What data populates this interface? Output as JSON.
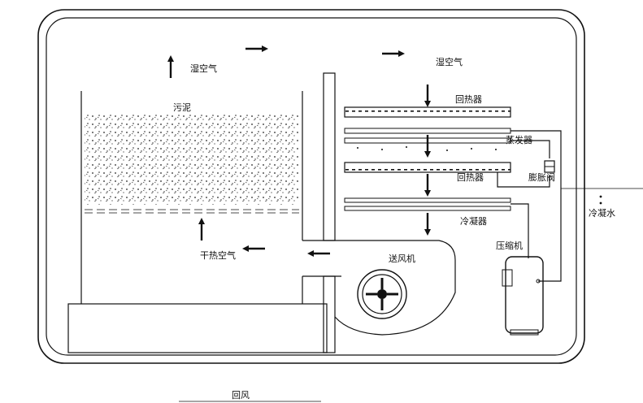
{
  "labels": {
    "humid_air_left": "湿空气",
    "humid_air_right": "湿空气",
    "sludge": "污泥",
    "reheater_top": "回热器",
    "evaporator": "蒸发器",
    "reheater_bottom": "回热器",
    "expansion_valve": "膨胀阀",
    "condensate": "冷凝水",
    "condenser": "冷凝器",
    "compressor": "压缩机",
    "blower": "送风机",
    "dry_hot_air": "干热空气",
    "return_air": "回风"
  },
  "colors": {
    "line": "#111111",
    "background": "#ffffff"
  },
  "icons": [
    "arrow-up-icon",
    "arrow-right-icon",
    "arrow-down-icon",
    "arrow-left-icon",
    "fan-icon",
    "compressor-icon",
    "valve-icon"
  ]
}
